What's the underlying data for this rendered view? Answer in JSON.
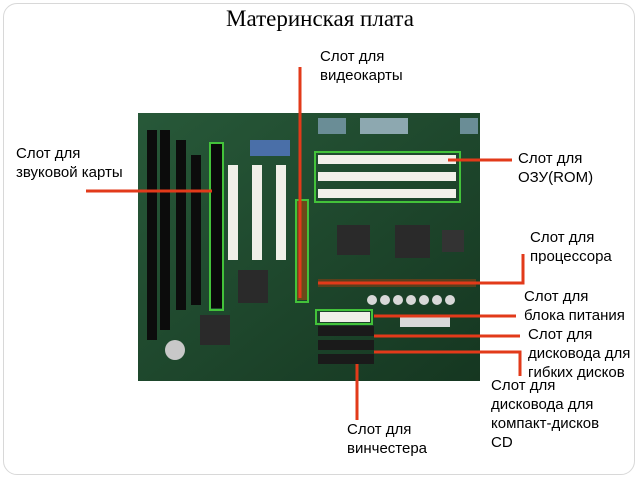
{
  "title": "Материнская плата",
  "labels": {
    "video": "Слот для\nвидеокарты",
    "sound": "Слот для\nзвуковой карты",
    "ram": "Слот для\nОЗУ(ROM)",
    "cpu": "Слот для\nпроцессора",
    "power": "Слот для\nблока питания",
    "floppy": "Слот для\nдисковода для\nгибких дисков",
    "cd": "Слот для\nдисковода для\nкомпакт-дисков\nCD",
    "hdd": "Слот для\nвинчестера"
  },
  "colors": {
    "leader": "#e23a1a",
    "board": "#1f4a2e",
    "green_box": "#43c23a"
  }
}
